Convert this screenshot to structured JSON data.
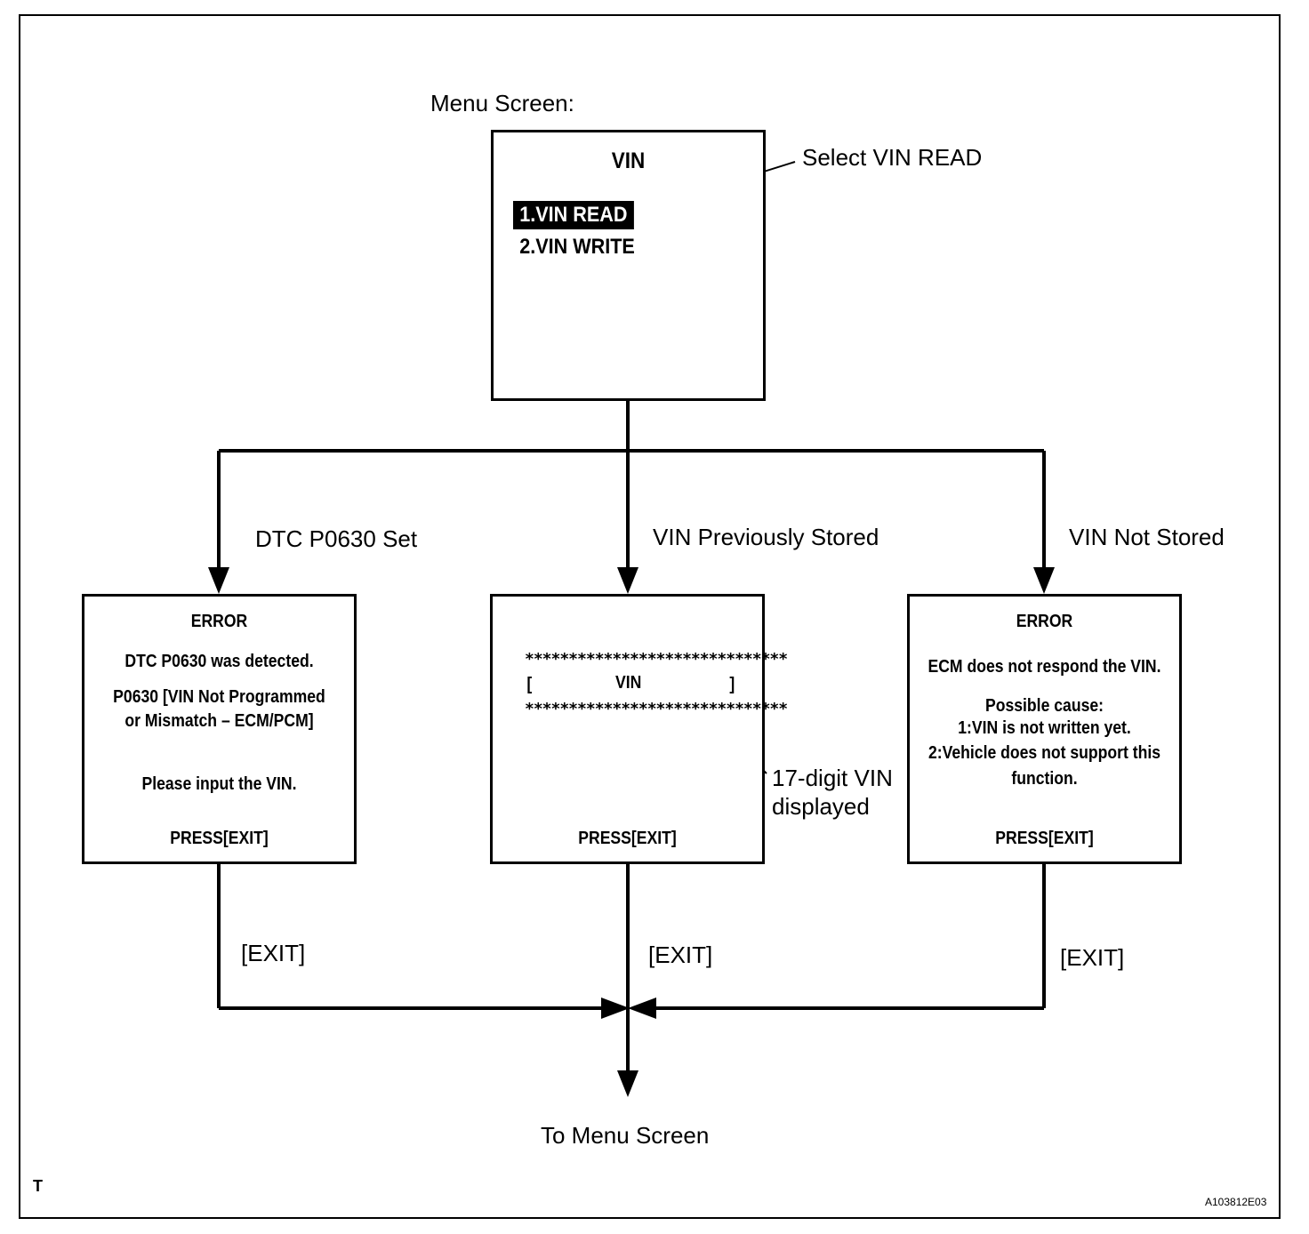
{
  "menu": {
    "caption": "Menu Screen:",
    "title": "VIN",
    "items": [
      "1.VIN READ",
      "2.VIN WRITE"
    ],
    "callout": "Select VIN READ"
  },
  "branches": {
    "left": "DTC P0630 Set",
    "middle": "VIN Previously Stored",
    "right": "VIN Not Stored"
  },
  "left_screen": {
    "title": "ERROR",
    "line1": "DTC P0630 was detected.",
    "line2": "P0630  [VIN Not Programmed",
    "line3": "or Mismatch – ECM/PCM]",
    "line4": "Please input the VIN.",
    "press": "PRESS[EXIT]"
  },
  "middle_screen": {
    "stars": "******************************",
    "bracket_open": "[",
    "vin": "VIN",
    "bracket_close": "]",
    "press": "PRESS[EXIT]",
    "callout_line1": "17-digit VIN",
    "callout_line2": "displayed"
  },
  "right_screen": {
    "title": "ERROR",
    "line1": "ECM does not respond the VIN.",
    "line2": "Possible cause:",
    "line3": "1:VIN is not written yet.",
    "line4": "2:Vehicle does not support this",
    "line5": "function.",
    "press": "PRESS[EXIT]"
  },
  "exit_labels": [
    "[EXIT]",
    "[EXIT]",
    "[EXIT]"
  ],
  "footer": {
    "destination": "To Menu Screen",
    "corner_mark": "T",
    "figure_id": "A103812E03"
  }
}
